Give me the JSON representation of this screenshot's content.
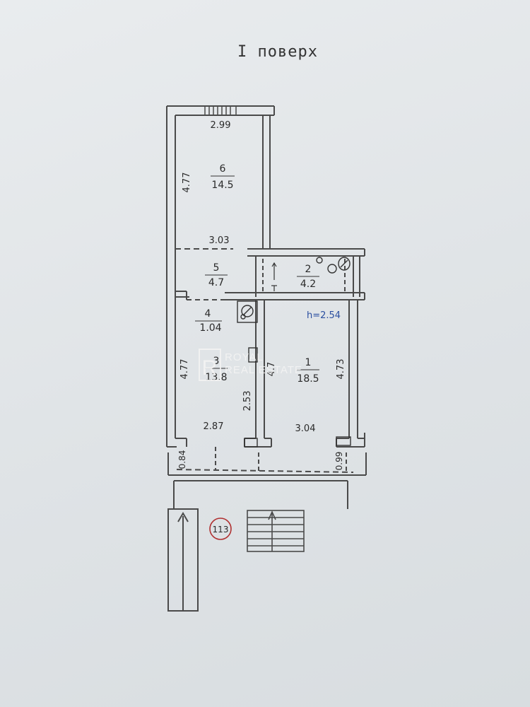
{
  "floor_title": "I поверх",
  "ceiling_height": "h=2.54",
  "building_number": "113",
  "watermark": {
    "line1": "ROYAL",
    "line2": "REAL ESTATE",
    "logo_letter": "R"
  },
  "rooms": [
    {
      "number": "6",
      "area": "14.5"
    },
    {
      "number": "5",
      "area": "4.7"
    },
    {
      "number": "2",
      "area": "4.2"
    },
    {
      "number": "4",
      "area": "1.04"
    },
    {
      "number": "3",
      "area": "13.8"
    },
    {
      "number": "1",
      "area": "18.5"
    }
  ],
  "dimensions": {
    "room6_width_top": "2.99",
    "room6_height": "4.77",
    "room6_width_bottom": "3.03",
    "room3_height": "4.77",
    "room3_partition": "2.53",
    "room3_width": "2.87",
    "room1_left": "4.7",
    "room1_right": "4.73",
    "room1_width": "3.04",
    "left_wall_segment": "0.84",
    "right_wall_segment": "0.99"
  },
  "colors": {
    "wall": "#4a4a4a",
    "ink": "#2a2a2a",
    "accent_blue": "#2b4fa0",
    "circle_red": "#b03030"
  }
}
